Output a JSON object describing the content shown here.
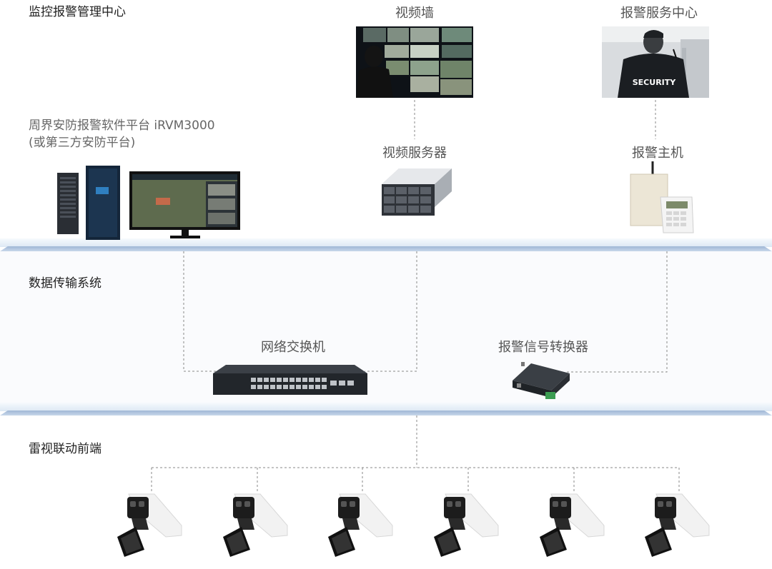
{
  "sections": {
    "management": "监控报警管理中心",
    "transmission": "数据传输系统",
    "frontend": "雷视联动前端"
  },
  "platform": {
    "line1": "周界安防报警软件平台 iRVM3000",
    "line2": "(或第三方安防平台)"
  },
  "devices": {
    "video_wall": "视频墙",
    "alarm_service": "报警服务中心",
    "video_server": "视频服务器",
    "alarm_host": "报警主机",
    "switch": "网络交换机",
    "signal_converter": "报警信号转换器"
  },
  "security_badge": "SECURITY",
  "colors": {
    "band": "#b7c9e2",
    "line": "#888888",
    "camera_white": "#f2f2f2",
    "camera_dark": "#1c1c1c"
  },
  "camera_count": 6
}
